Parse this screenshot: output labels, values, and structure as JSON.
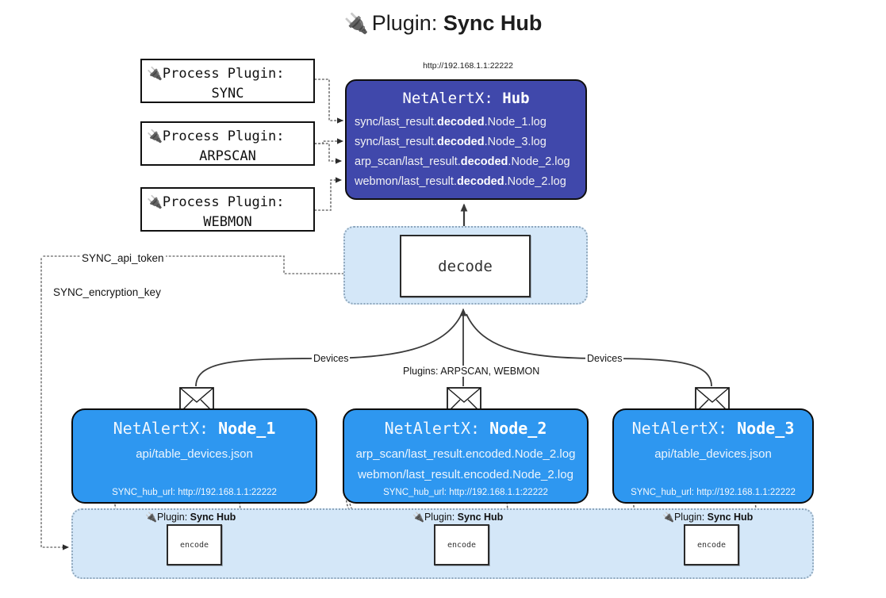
{
  "title": {
    "icon": "plug-icon",
    "lead": "Plugin:",
    "strong": "Sync Hub"
  },
  "hub": {
    "url_caption": "http://192.168.1.1:22222",
    "name_prefix": "NetAlertX:",
    "name": "Hub",
    "logs": [
      {
        "prefix": "sync/last_result.",
        "emphasis": "decoded",
        "suffix": ".Node_1.log"
      },
      {
        "prefix": "sync/last_result.",
        "emphasis": "decoded",
        "suffix": ".Node_3.log"
      },
      {
        "prefix": "arp_scan/last_result.",
        "emphasis": "decoded",
        "suffix": ".Node_2.log"
      },
      {
        "prefix": "webmon/last_result.",
        "emphasis": "decoded",
        "suffix": ".Node_2.log"
      }
    ]
  },
  "process_plugins": [
    {
      "icon": "plug-icon",
      "line1": "Process Plugin:",
      "line2": "SYNC"
    },
    {
      "icon": "plug-icon",
      "line1": "Process Plugin:",
      "line2": "ARPSCAN"
    },
    {
      "icon": "plug-icon",
      "line1": "Process Plugin:",
      "line2": "WEBMON"
    }
  ],
  "decode": {
    "label": "decode"
  },
  "settings_edges": [
    {
      "label": "SYNC_api_token"
    },
    {
      "label": "SYNC_encryption_key"
    }
  ],
  "flow_labels": {
    "devices_left": "Devices",
    "devices_right": "Devices",
    "plugins_mid": "Plugins: ARPSCAN, WEBMON"
  },
  "nodes": [
    {
      "icon": "envelope-icon",
      "name_prefix": "NetAlertX:",
      "name": "Node_1",
      "lines": [
        "api/table_devices.json"
      ],
      "footer": "SYNC_hub_url: http://192.168.1.1:22222"
    },
    {
      "icon": "envelope-icon",
      "name_prefix": "NetAlertX:",
      "name": "Node_2",
      "lines": [
        "arp_scan/last_result.encoded.Node_2.log",
        "webmon/last_result.encoded.Node_2.log"
      ],
      "footer": "SYNC_hub_url: http://192.168.1.1:22222"
    },
    {
      "icon": "envelope-icon",
      "name_prefix": "NetAlertX:",
      "name": "Node_3",
      "lines": [
        "api/table_devices.json"
      ],
      "footer": "SYNC_hub_url: http://192.168.1.1:22222"
    }
  ],
  "encode_groups": [
    {
      "tag_icon": "plug-icon",
      "tag_lead": "Plugin:",
      "tag_strong": "Sync Hub",
      "box_label": "encode"
    },
    {
      "tag_icon": "plug-icon",
      "tag_lead": "Plugin:",
      "tag_strong": "Sync Hub",
      "box_label": "encode"
    },
    {
      "tag_icon": "plug-icon",
      "tag_lead": "Plugin:",
      "tag_strong": "Sync Hub",
      "box_label": "encode"
    }
  ],
  "colors": {
    "hub_fill": "#4048ab",
    "node_fill": "#2e97f0",
    "group_fill": "#d4e7f8",
    "stroke": "#111111"
  }
}
